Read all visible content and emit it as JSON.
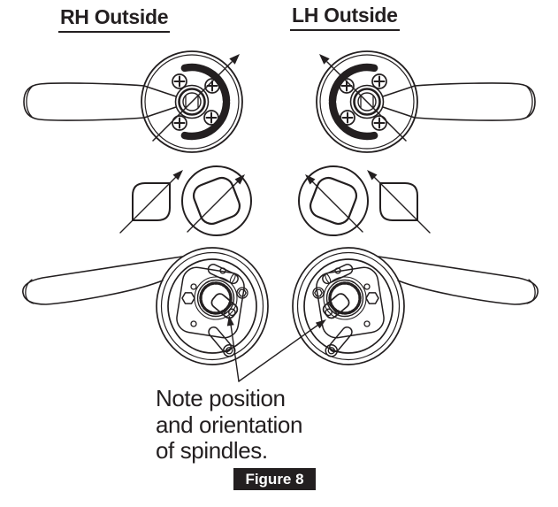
{
  "colors": {
    "ink": "#231f20",
    "paper": "#ffffff",
    "badge_bg": "#231f20",
    "badge_text": "#ffffff"
  },
  "headings": {
    "rh": "RH Outside",
    "lh": "LH Outside"
  },
  "note": {
    "lines": [
      "Note position",
      "and orientation",
      "of spindles."
    ]
  },
  "figure": {
    "label": "Figure 8"
  },
  "diagram": {
    "rh_front_view": "lever handle with round rose, clockwise rotation arc, direction arrow up-right",
    "lh_front_view": "lever handle with round rose, counterclockwise rotation arc, direction arrow up-left",
    "rh_spindle_detail": "spindle cross-section and rose socket, arrows up-right",
    "lh_spindle_detail": "rose socket and spindle cross-section, arrows up-left",
    "rh_back_view": "lever chassis rear with protruding spindle and mounting posts",
    "lh_back_view": "lever chassis rear with protruding spindle and mounting posts"
  }
}
